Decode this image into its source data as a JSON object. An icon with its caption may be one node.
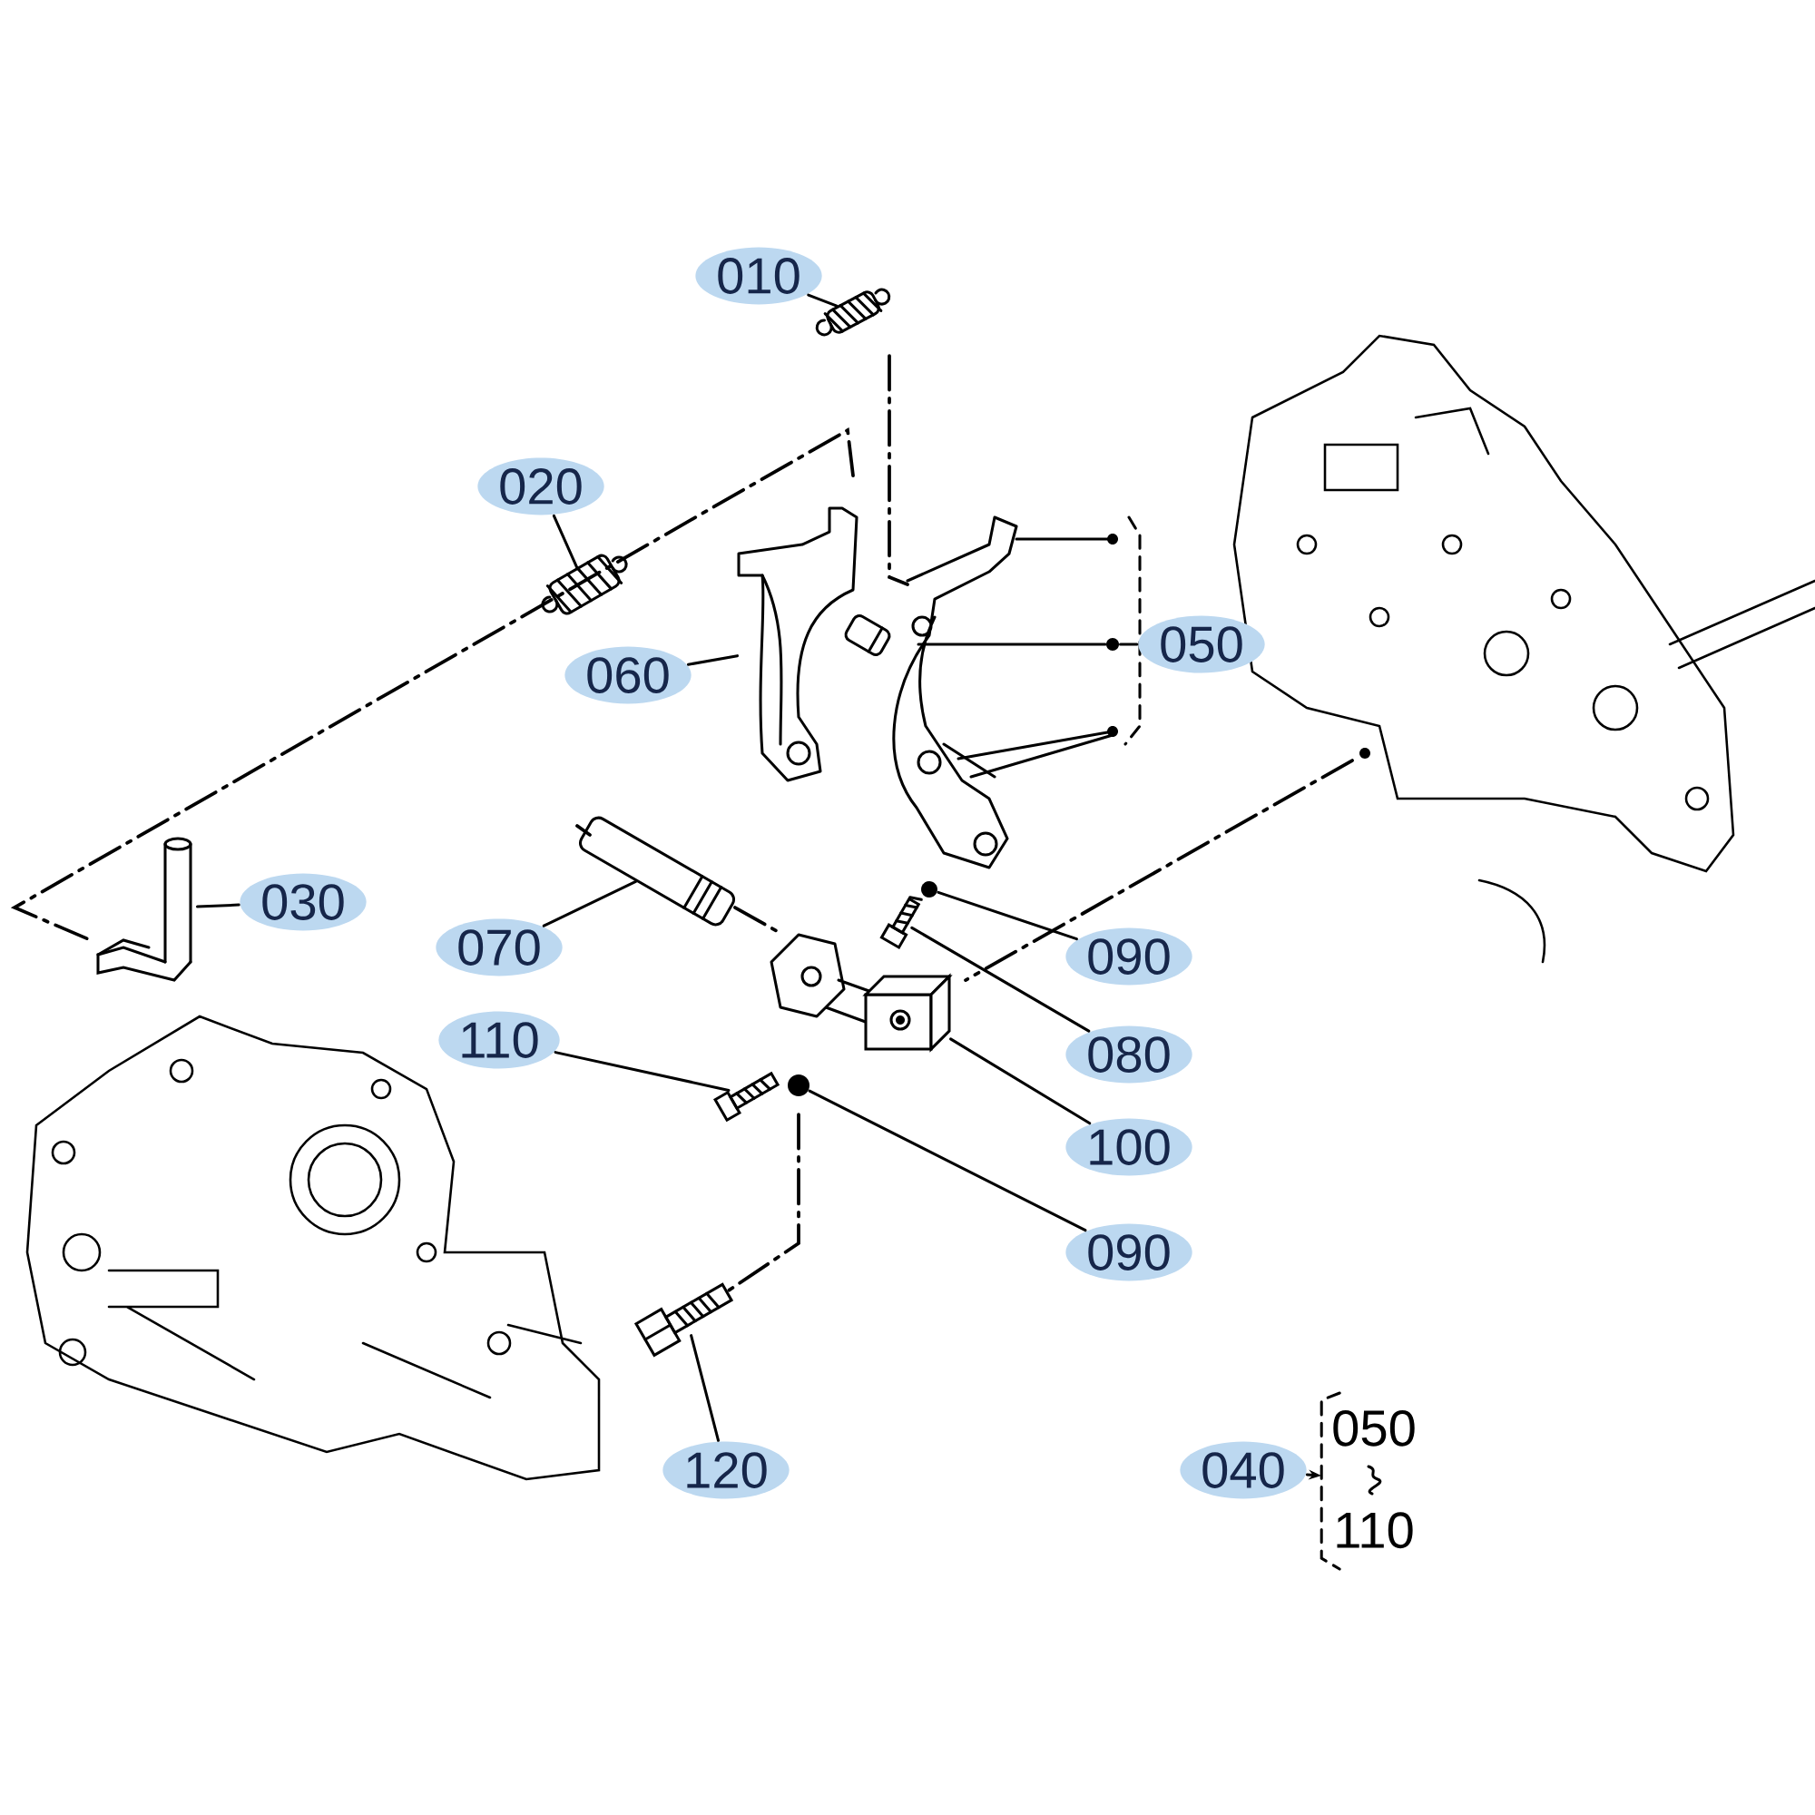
{
  "diagram": {
    "nodes": [
      {
        "text": [
          "010"
        ]
      },
      {
        "text": [],
        "shape": "picture"
      },
      {
        "text": [
          "020"
        ]
      },
      {
        "text": [],
        "shape": "picture"
      },
      {
        "text": [
          "030"
        ]
      },
      {
        "text": [],
        "shape": "picture"
      },
      {
        "text": [
          "050"
        ]
      },
      {
        "text": [],
        "shape": "circle"
      },
      {
        "text": [
          "060"
        ]
      },
      {
        "text": [],
        "shape": "picture"
      },
      {
        "text": [
          "070"
        ]
      },
      {
        "text": [],
        "shape": "picture"
      },
      {
        "text": [
          "090"
        ]
      },
      {
        "text": [],
        "shape": "circle"
      },
      {
        "text": [
          "080"
        ]
      },
      {
        "text": [],
        "shape": "picture"
      },
      {
        "text": [
          "110"
        ]
      },
      {
        "text": [],
        "shape": "picture"
      },
      {
        "text": [
          "100"
        ]
      },
      {
        "text": [],
        "shape": "picture"
      },
      {
        "text": [
          "090"
        ]
      },
      {
        "text": [],
        "shape": "circle"
      },
      {
        "text": [
          "120"
        ]
      },
      {
        "text": [],
        "shape": "picture"
      },
      {
        "text": [
          "040"
        ]
      },
      {
        "text": [
          "050",
          "110"
        ]
      }
    ],
    "edges": [
      {
        "from": 0,
        "to": 1,
        "arrow": "none"
      },
      {
        "from": 2,
        "to": 3,
        "arrow": "none"
      },
      {
        "from": 4,
        "to": 5,
        "arrow": "none"
      },
      {
        "from": 6,
        "to": 7,
        "arrow": "none"
      },
      {
        "from": 8,
        "to": 9,
        "arrow": "none"
      },
      {
        "from": 10,
        "to": 11,
        "arrow": "none"
      },
      {
        "from": 12,
        "to": 13,
        "arrow": "none"
      },
      {
        "from": 14,
        "to": 15,
        "arrow": "none"
      },
      {
        "from": 16,
        "to": 17,
        "arrow": "none"
      },
      {
        "from": 18,
        "to": 19,
        "arrow": "none"
      },
      {
        "from": 20,
        "to": 21,
        "arrow": "none"
      },
      {
        "from": 22,
        "to": 23,
        "arrow": "none"
      },
      {
        "from": 24,
        "to": 25,
        "arrow": "to"
      }
    ]
  }
}
